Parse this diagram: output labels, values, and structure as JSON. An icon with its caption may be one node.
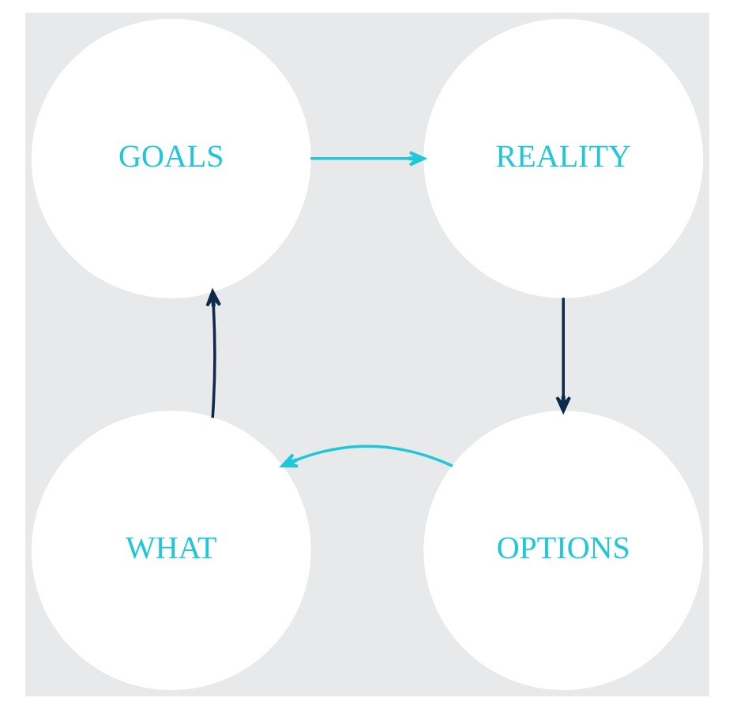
{
  "diagram": {
    "nodes": [
      {
        "text": [
          "GOALS"
        ]
      },
      {
        "text": [
          "REALITY"
        ]
      },
      {
        "text": [
          "OPTIONS"
        ]
      },
      {
        "text": [
          "WHAT"
        ]
      }
    ],
    "edges": [
      {
        "from": 0,
        "to": 1,
        "arrow": "to",
        "color": "#1ec8d8"
      },
      {
        "from": 1,
        "to": 2,
        "arrow": "to",
        "color": "#0d2a4a"
      },
      {
        "from": 2,
        "to": 3,
        "arrow": "to",
        "color": "#1ec8d8"
      },
      {
        "from": 3,
        "to": 0,
        "arrow": "to",
        "color": "#0d2a4a"
      }
    ]
  }
}
